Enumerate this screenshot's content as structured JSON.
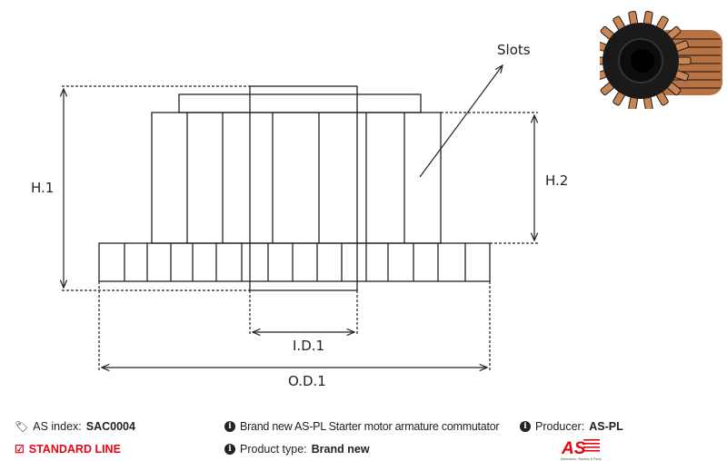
{
  "drawing": {
    "labels": {
      "h1": "H.1",
      "h2": "H.2",
      "id1": "I.D.1",
      "od1": "O.D.1",
      "slots": "Slots"
    }
  },
  "info": {
    "as_index_label": "AS index:",
    "as_index_value": "SAC0004",
    "line": "STANDARD LINE",
    "description": "Brand new AS-PL Starter motor armature commutator",
    "product_type_label": "Product type:",
    "product_type_value": "Brand new",
    "producer_label": "Producer:",
    "producer_value": "AS-PL"
  },
  "logo": {
    "text": "AS",
    "tagline": "Alternators, Starters & Parts"
  },
  "colors": {
    "accent": "#e30613",
    "copper": "#b87345"
  }
}
